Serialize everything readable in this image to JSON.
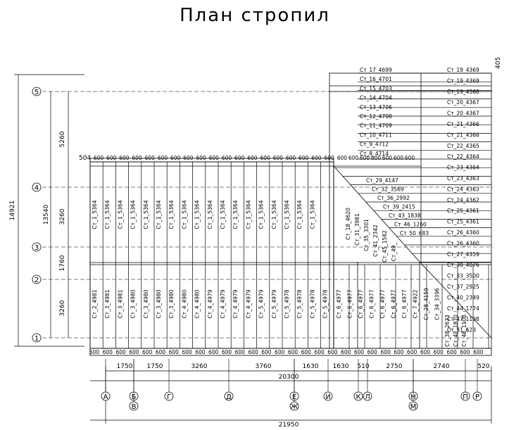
{
  "title": "План стропил",
  "overall_dims": {
    "height": "14921",
    "width_inner": "20300",
    "width_total": "21950"
  },
  "left_dims": [
    "5260",
    "13540",
    "3260",
    "1760",
    "3260"
  ],
  "bottom_dims": [
    "1750",
    "1750",
    "3260",
    "3760",
    "1630",
    "1630",
    "510",
    "2750",
    "2740",
    "520"
  ],
  "misc_dims": {
    "left_offset": "504",
    "right_top": "405",
    "spacing": "600"
  },
  "row_axes": [
    "5",
    "4",
    "3",
    "2",
    "1"
  ],
  "col_axes": [
    "А",
    "Б",
    "В",
    "Г",
    "Д",
    "Е",
    "Ж",
    "И",
    "К",
    "Л",
    "Н",
    "М",
    "П",
    "Р"
  ],
  "labels": {
    "upper_main": "Ст_1_5364",
    "lower_left": [
      "Ст_2_4981",
      "Ст_3_4981",
      "Ст_3_4981",
      "Ст_3_4980",
      "Ст_3_4980",
      "Ст_3_4980",
      "Ст_3_4980",
      "Ст_4_4980",
      "Ст_4_4980",
      "Ст_4_4979",
      "Ст_4_4979",
      "Ст_4_4979",
      "Ст_4_4979",
      "Ст_5_4979",
      "Ст_5_4979",
      "Ст_5_4978",
      "Ст_5_4978",
      "Ст_5_4978",
      "Ст_5_4978"
    ],
    "lower_right": [
      "Ст_6_4977",
      "Ст_6_4977",
      "Ст_6_4977",
      "Ст_6_4977",
      "Ст_6_4977",
      "Ст_6_4977",
      "Ст_6_4977",
      "Ст_7_4922",
      "Ст_28_4159",
      "Ст_34_3396"
    ],
    "wing_left": [
      "Ст_17_4699",
      "Ст_16_4701",
      "Ст_15_4703",
      "Ст_14_4704",
      "Ст_13_4706",
      "Ст_12_4708",
      "Ст_11_4709",
      "Ст_10_4711",
      "Ст_9_4712",
      "Ст_8_4714"
    ],
    "wing_right": [
      "Ст_19_4369",
      "Ст_19_4369",
      "Ст_19_4368",
      "Ст_20_4367",
      "Ст_20_4367",
      "Ст_21_4366",
      "Ст_21_4366",
      "Ст_22_4365",
      "Ст_22_4364",
      "Ст_23_4364",
      "Ст_23_4363",
      "Ст_24_4363",
      "Ст_24_4362",
      "Ст_25_4361",
      "Ст_25_4361",
      "Ст_26_4360",
      "Ст_26_4360",
      "Ст_27_4359",
      "Ст_30_4076",
      "Ст_33_3500",
      "Ст_37_2925",
      "Ст_40_2349",
      "Ст_44_1774",
      "Ст_47_1198",
      "Ст_51_623"
    ],
    "valley": [
      "Ст_29_4147",
      "Ст_32_3569",
      "Ст_36_2992",
      "Ст_39_2415",
      "Ст_43_1838",
      "Ст_46_1260",
      "Ст_50_683"
    ],
    "valley_vert": [
      "Ст_18_4620",
      "Ст_31_3981",
      "Ст_35_3301",
      "Ст_41_2342",
      "Ст_45_1582",
      "Ст_49_"
    ],
    "corner_vert": [
      "Ст_38_2633",
      "Ст_42_1870",
      "Ст_48_1108"
    ]
  }
}
